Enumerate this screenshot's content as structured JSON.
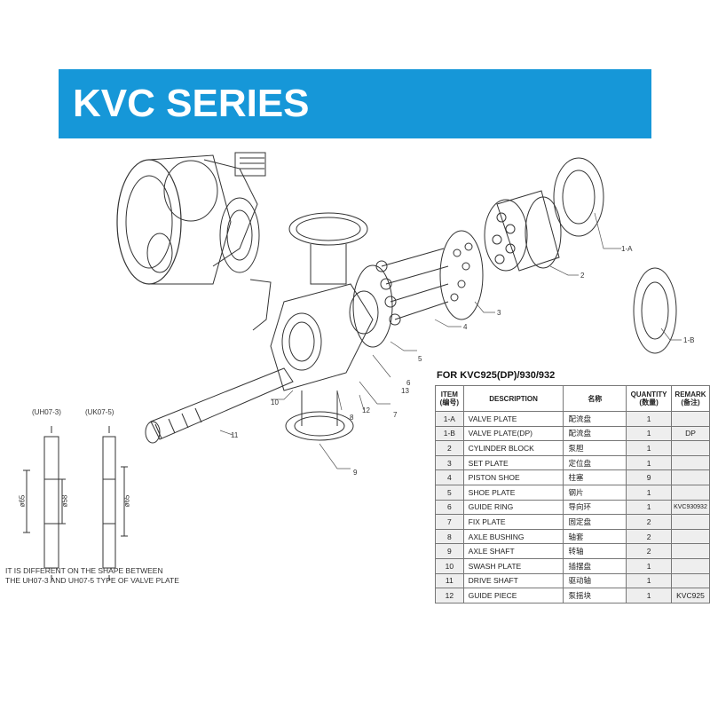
{
  "banner": {
    "title": "KVC SERIES",
    "color": "#1697d8"
  },
  "table": {
    "title": "FOR KVC925(DP)/930/932",
    "headers": {
      "item": "ITEM",
      "item_cn": "(编号)",
      "description": "DESCRIPTION",
      "name_cn": "名称",
      "quantity": "QUANTITY",
      "quantity_cn": "(数量)",
      "remark": "REMARK",
      "remark_cn": "(备注)"
    },
    "rows": [
      {
        "item": "1-A",
        "desc": "VALVE PLATE",
        "cn": "配流盘",
        "qty": "1",
        "remark": ""
      },
      {
        "item": "1-B",
        "desc": "VALVE PLATE(DP)",
        "cn": "配流盘",
        "qty": "1",
        "remark": "DP"
      },
      {
        "item": "2",
        "desc": "CYLINDER BLOCK",
        "cn": "泵胆",
        "qty": "1",
        "remark": ""
      },
      {
        "item": "3",
        "desc": "SET PLATE",
        "cn": "定位盘",
        "qty": "1",
        "remark": ""
      },
      {
        "item": "4",
        "desc": "PISTON SHOE",
        "cn": "柱塞",
        "qty": "9",
        "remark": ""
      },
      {
        "item": "5",
        "desc": "SHOE PLATE",
        "cn": "钢片",
        "qty": "1",
        "remark": ""
      },
      {
        "item": "6",
        "desc": "GUIDE RING",
        "cn": "导向环",
        "qty": "1",
        "remark": "KVC930932"
      },
      {
        "item": "7",
        "desc": "FIX PLATE",
        "cn": "固定盘",
        "qty": "2",
        "remark": ""
      },
      {
        "item": "8",
        "desc": "AXLE BUSHING",
        "cn": "轴套",
        "qty": "2",
        "remark": ""
      },
      {
        "item": "9",
        "desc": "AXLE SHAFT",
        "cn": "转轴",
        "qty": "2",
        "remark": ""
      },
      {
        "item": "10",
        "desc": "SWASH PLATE",
        "cn": "插摆盘",
        "qty": "1",
        "remark": ""
      },
      {
        "item": "11",
        "desc": "DRIVE SHAFT",
        "cn": "驱动轴",
        "qty": "1",
        "remark": ""
      },
      {
        "item": "12",
        "desc": "GUIDE PIECE",
        "cn": "泵摇块",
        "qty": "1",
        "remark": "KVC925"
      }
    ]
  },
  "callouts": [
    "1-A",
    "2",
    "3",
    "4",
    "5",
    "6",
    "7",
    "8",
    "9",
    "10",
    "11",
    "12",
    "13",
    "1-B"
  ],
  "valve_labels": {
    "left": "(UH07-3)",
    "right": "(UK07-5)",
    "dim_left_outer": "ø65",
    "dim_left_inner": "ø58",
    "dim_right": "ø65"
  },
  "note": {
    "line1": "IT IS DIFFERENT ON THE SHAPE BETWEEN",
    "line2": "THE UH07-3 AND UH07-5 TYPE OF VALVE PLATE"
  }
}
